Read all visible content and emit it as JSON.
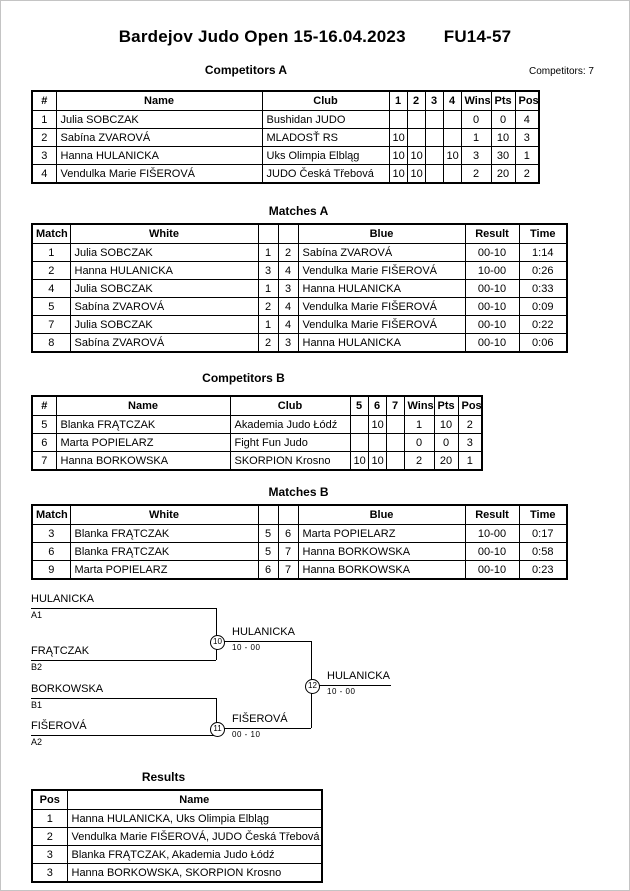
{
  "header": {
    "title": "Bardejov Judo Open  15-16.04.2023",
    "category": "FU14-57"
  },
  "competitors_a": {
    "heading": "Competitors A",
    "count_label": "Competitors: 7",
    "columns": [
      "#",
      "Name",
      "Club",
      "1",
      "2",
      "3",
      "4",
      "Wins",
      "Pts",
      "Pos"
    ],
    "rows": [
      [
        "1",
        "Julia SOBCZAK",
        "Bushidan JUDO",
        "",
        "",
        "",
        "",
        "0",
        "0",
        "4"
      ],
      [
        "2",
        "Sabína ZVAROVÁ",
        "MLADOSŤ RS",
        "10",
        "",
        "",
        "",
        "1",
        "10",
        "3"
      ],
      [
        "3",
        "Hanna HULANICKA",
        "Uks Olimpia Elbląg",
        "10",
        "10",
        "",
        "10",
        "3",
        "30",
        "1"
      ],
      [
        "4",
        "Vendulka Marie FIŠEROVÁ",
        "JUDO Česká Třebová",
        "10",
        "10",
        "",
        "",
        "2",
        "20",
        "2"
      ]
    ]
  },
  "matches_a": {
    "heading": "Matches A",
    "columns": [
      "Match",
      "White",
      "",
      "",
      "Blue",
      "Result",
      "Time"
    ],
    "rows": [
      [
        "1",
        "Julia SOBCZAK",
        "1",
        "2",
        "Sabína ZVAROVÁ",
        "00-10",
        "1:14"
      ],
      [
        "2",
        "Hanna HULANICKA",
        "3",
        "4",
        "Vendulka Marie FIŠEROVÁ",
        "10-00",
        "0:26"
      ],
      [
        "4",
        "Julia SOBCZAK",
        "1",
        "3",
        "Hanna HULANICKA",
        "00-10",
        "0:33"
      ],
      [
        "5",
        "Sabína ZVAROVÁ",
        "2",
        "4",
        "Vendulka Marie FIŠEROVÁ",
        "00-10",
        "0:09"
      ],
      [
        "7",
        "Julia SOBCZAK",
        "1",
        "4",
        "Vendulka Marie FIŠEROVÁ",
        "00-10",
        "0:22"
      ],
      [
        "8",
        "Sabína ZVAROVÁ",
        "2",
        "3",
        "Hanna HULANICKA",
        "00-10",
        "0:06"
      ]
    ]
  },
  "competitors_b": {
    "heading": "Competitors B",
    "columns": [
      "#",
      "Name",
      "Club",
      "5",
      "6",
      "7",
      "Wins",
      "Pts",
      "Pos"
    ],
    "rows": [
      [
        "5",
        "Blanka FRĄTCZAK",
        "Akademia Judo Łódź",
        "",
        "10",
        "",
        "1",
        "10",
        "2"
      ],
      [
        "6",
        "Marta POPIELARZ",
        "Fight Fun Judo",
        "",
        "",
        "",
        "0",
        "0",
        "3"
      ],
      [
        "7",
        "Hanna BORKOWSKA",
        "SKORPION Krosno",
        "10",
        "10",
        "",
        "2",
        "20",
        "1"
      ]
    ]
  },
  "matches_b": {
    "heading": "Matches B",
    "columns": [
      "Match",
      "White",
      "",
      "",
      "Blue",
      "Result",
      "Time"
    ],
    "rows": [
      [
        "3",
        "Blanka FRĄTCZAK",
        "5",
        "6",
        "Marta POPIELARZ",
        "10-00",
        "0:17"
      ],
      [
        "6",
        "Blanka FRĄTCZAK",
        "5",
        "7",
        "Hanna BORKOWSKA",
        "00-10",
        "0:58"
      ],
      [
        "9",
        "Marta POPIELARZ",
        "6",
        "7",
        "Hanna BORKOWSKA",
        "00-10",
        "0:23"
      ]
    ]
  },
  "bracket": {
    "sf1": {
      "top_name": "HULANICKA",
      "top_seed": "A1",
      "bottom_name": "FRĄTCZAK",
      "bottom_seed": "B2",
      "match": "10",
      "winner": "HULANICKA",
      "score": "10 - 00"
    },
    "sf2": {
      "top_name": "BORKOWSKA",
      "top_seed": "B1",
      "bottom_name": "FIŠEROVÁ",
      "bottom_seed": "A2",
      "match": "11",
      "winner": "FIŠEROVÁ",
      "score": "00 - 10"
    },
    "final": {
      "match": "12",
      "winner": "HULANICKA",
      "score": "10 - 00"
    }
  },
  "results": {
    "heading": "Results",
    "columns": [
      "Pos",
      "Name"
    ],
    "rows": [
      [
        "1",
        "Hanna HULANICKA, Uks Olimpia Elbląg"
      ],
      [
        "2",
        "Vendulka Marie FIŠEROVÁ, JUDO Česká Třebová"
      ],
      [
        "3",
        "Blanka FRĄTCZAK, Akademia Judo Łódź"
      ],
      [
        "3",
        "Hanna BORKOWSKA, SKORPION Krosno"
      ]
    ]
  }
}
